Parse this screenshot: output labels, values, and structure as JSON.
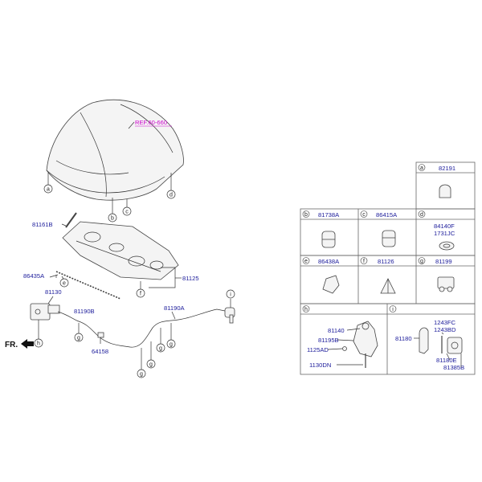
{
  "hood": {
    "ref_label": "REF.60-660"
  },
  "main_callouts": {
    "a": "a",
    "b": "b",
    "c": "c",
    "d": "d",
    "e": "e",
    "f": "f",
    "g1": "g",
    "g2": "g",
    "g3": "g",
    "g4": "g",
    "h": "h",
    "i": "i"
  },
  "main_parts": {
    "p81161B": "81161B",
    "p86435A": "86435A",
    "p81125": "81125",
    "p81130": "81130",
    "p81190B": "81190B",
    "p81190A": "81190A",
    "p64158": "64158",
    "fr": "FR."
  },
  "legend_cells": {
    "a": {
      "letter": "a",
      "parts": [
        "82191"
      ]
    },
    "b": {
      "letter": "b",
      "parts": [
        "81738A"
      ]
    },
    "c": {
      "letter": "c",
      "parts": [
        "86415A"
      ]
    },
    "d": {
      "letter": "d",
      "parts": [
        "84140F",
        "1731JC"
      ]
    },
    "e": {
      "letter": "e",
      "parts": [
        "86438A"
      ]
    },
    "f": {
      "letter": "f",
      "parts": [
        "81126"
      ]
    },
    "g": {
      "letter": "g",
      "parts": [
        "81199"
      ]
    },
    "h": {
      "letter": "h",
      "parts": [
        "81140",
        "81195B",
        "1125AD",
        "1130DN"
      ]
    },
    "i": {
      "letter": "i",
      "parts": [
        "81180",
        "1243FC",
        "1243BD",
        "81180E",
        "81385B"
      ]
    }
  },
  "colors": {
    "part_number": "#1a1a9a",
    "reference": "#cc00cc",
    "outline": "#333333"
  }
}
